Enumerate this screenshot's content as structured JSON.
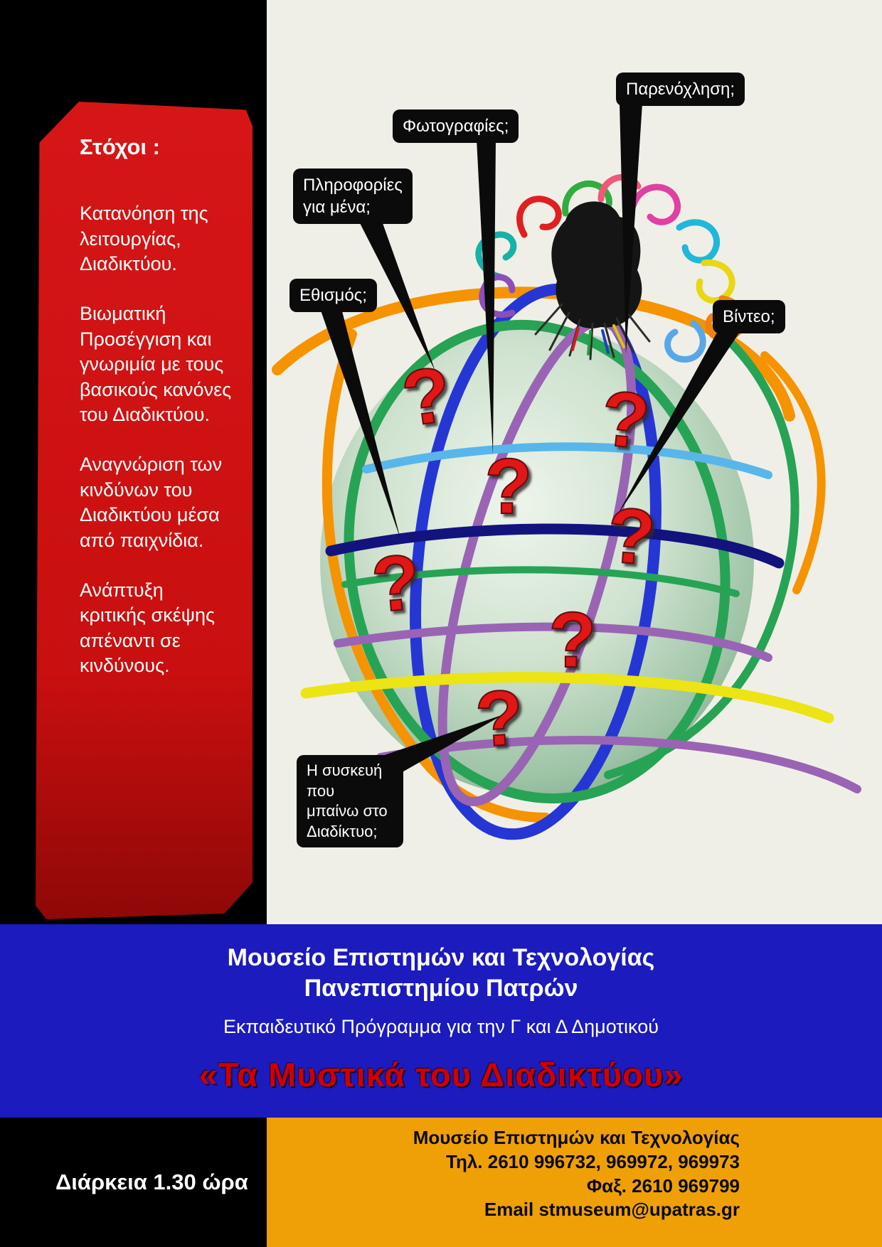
{
  "poster": {
    "goals": {
      "heading": "Στόχοι :",
      "items": [
        "Κατανόηση της λειτουργίας, Διαδικτύου.",
        "Βιωματική Προσέγγιση και γνωριμία με τους βασικούς κανόνες του Διαδικτύου.",
        "Αναγνώριση των  κινδύνων του Διαδικτύου μέσα από παιχνίδια.",
        "Ανάπτυξη κριτικής σκέψης απέναντι σε κινδύνους."
      ]
    },
    "callouts": {
      "harassment": "Παρενόχληση;",
      "photos": "Φωτογραφίες;",
      "info_line1": "Πληροφορίες",
      "info_line2": "για μένα;",
      "addiction": "Εθισμός;",
      "video": "Βίντεο;",
      "device_line1": "Η συσκευή που",
      "device_line2": "μπαίνω  στο",
      "device_line3": "Διαδίκτυο;"
    },
    "question_mark": "?",
    "banner": {
      "museum_line1": "Μουσείο  Επιστημών και Τεχνολογίας",
      "museum_line2": "Πανεπιστημίου Πατρών",
      "program": "Εκπαιδευτικό Πρόγραμμα για την Γ και Δ Δημοτικού",
      "title": "«Τα Μυστικά του Διαδικτύου»"
    },
    "footer": {
      "duration": "Διάρκεια  1.30 ώρα",
      "contact_name": "Μουσείο Επιστημών και Τεχνολογίας",
      "phone": "Τηλ. 2610 996732, 969972, 969973",
      "fax": "Φαξ. 2610 969799",
      "email": "Email stmuseum@upatras.gr"
    },
    "colors": {
      "red_panel": "#c90f0f",
      "blue_band": "#1b1bbe",
      "orange_band": "#efa006",
      "cream": "#f0efe7",
      "title_red": "#cf0000"
    }
  }
}
